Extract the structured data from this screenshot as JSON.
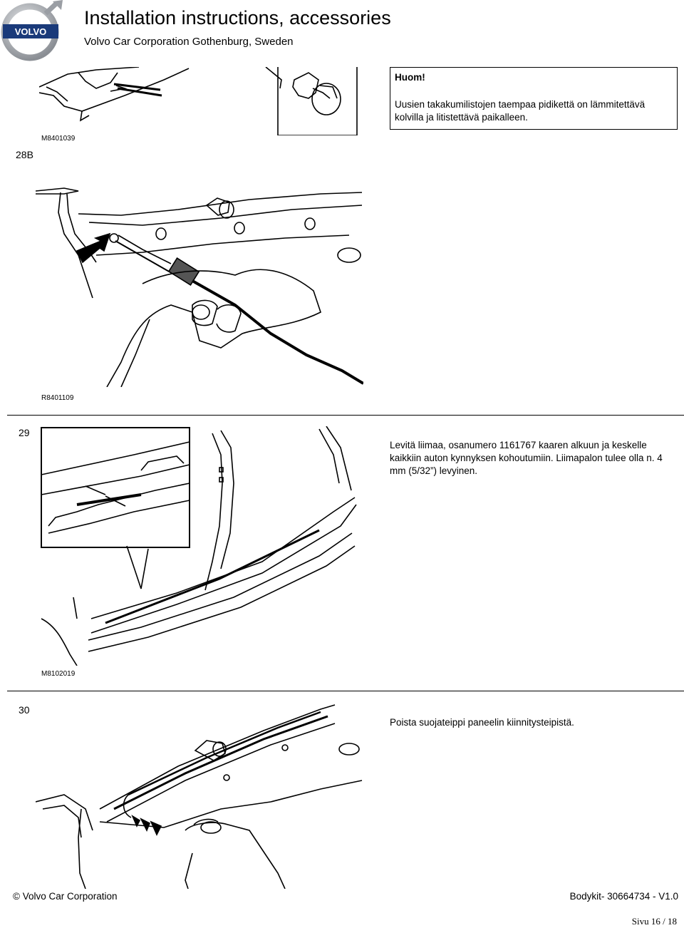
{
  "header": {
    "title": "Installation instructions, accessories",
    "subtitle": "Volvo Car Corporation Gothenburg, Sweden",
    "logo_text": "VOLVO"
  },
  "steps": [
    {
      "number": "28B",
      "figure_code": "M8401039",
      "note": {
        "title": "Huom!",
        "text": "Uusien takakumilistojen taempaa pidikettä on lämmitettävä kolvilla ja litistettävä paikalleen."
      }
    },
    {
      "number": "",
      "figure_code": "R8401109"
    },
    {
      "number": "29",
      "figure_code": "M8102019",
      "text": "Levitä liimaa, osanumero 1161767 kaaren alkuun ja keskelle kaikkiin auton kynnyksen kohoutumiin. Liimapalon tulee olla n. 4 mm (5/32”) levyinen."
    },
    {
      "number": "30",
      "figure_code": "",
      "text": "Poista suojateippi paneelin kiinnitysteipistä."
    }
  ],
  "footer": {
    "copyright": "© Volvo Car Corporation",
    "document_id": "Bodykit- 30664734 - V1.0",
    "page": "Sivu 16 / 18"
  },
  "colors": {
    "ink": "#000000",
    "logo_blue": "#1a3a7a",
    "logo_silver": "#9a9ea4"
  }
}
